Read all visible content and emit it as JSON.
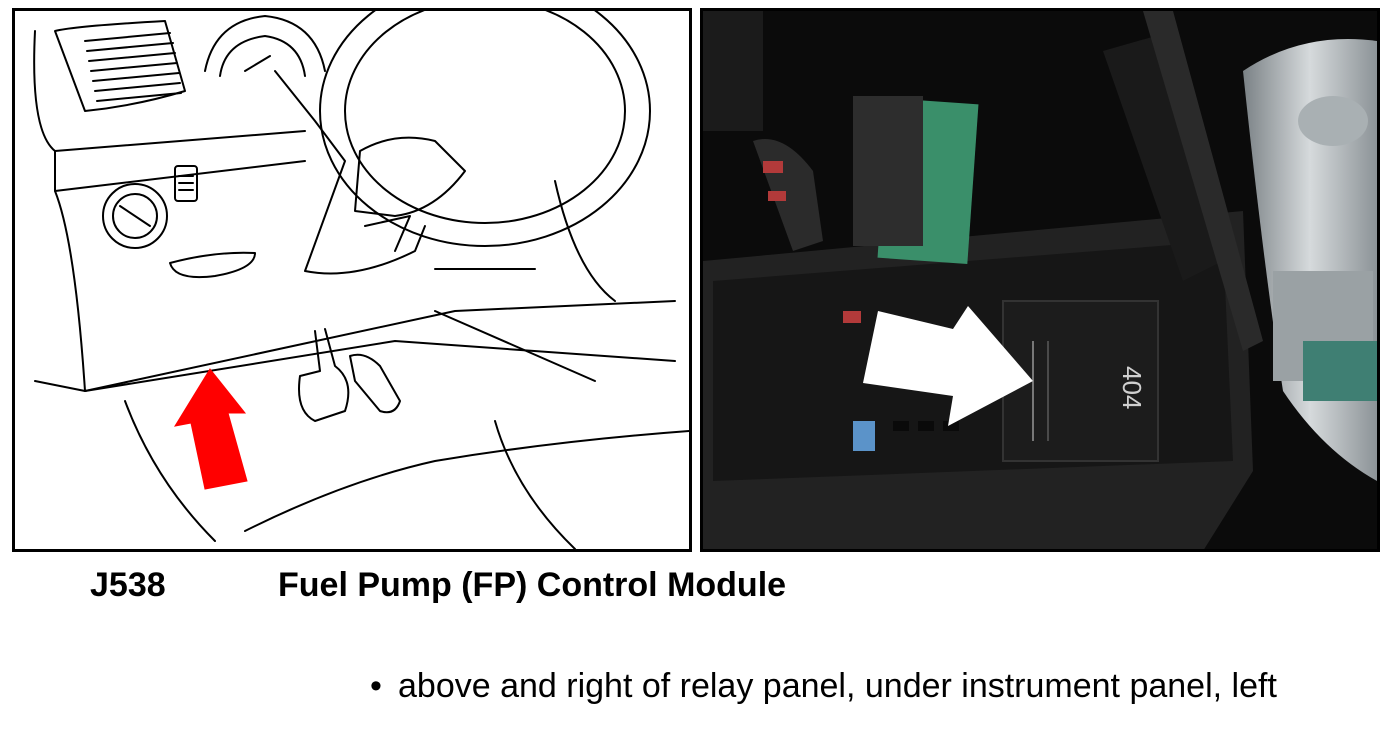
{
  "component": {
    "code": "J538",
    "title": "Fuel Pump (FP) Control Module"
  },
  "location": {
    "bullet": "•",
    "text": "above and right of relay panel, under instrument panel, left"
  },
  "photo": {
    "relay_label": "404"
  },
  "colors": {
    "arrow_left": "#ff0000",
    "arrow_right": "#ffffff",
    "relay_green": "#3a8f6a"
  }
}
